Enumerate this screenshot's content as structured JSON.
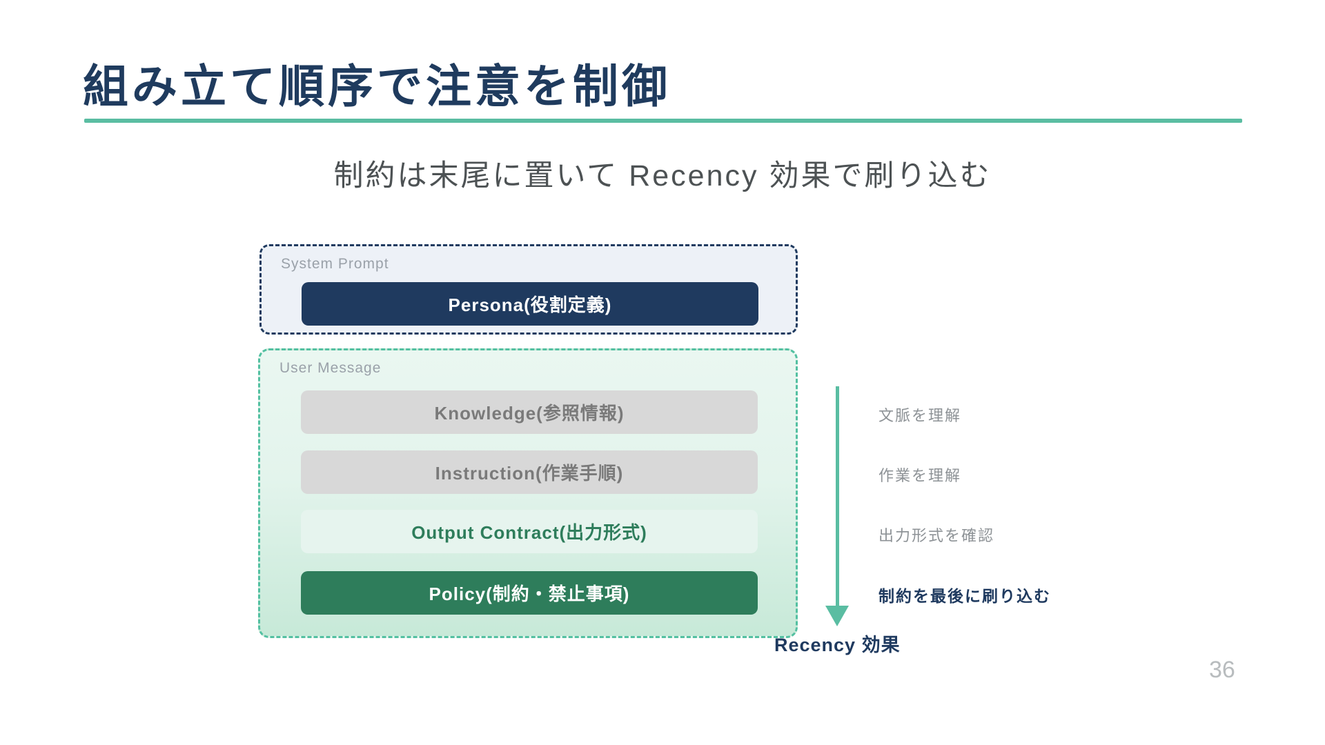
{
  "slide": {
    "title": "組み立て順序で注意を制御",
    "subtitle": "制約は末尾に置いて Recency 効果で刷り込む",
    "page_number": "36"
  },
  "diagram": {
    "system_prompt": {
      "label": "System Prompt",
      "blocks": [
        {
          "label": "Persona(役割定義)",
          "style": "navy"
        }
      ]
    },
    "user_message": {
      "label": "User Message",
      "blocks": [
        {
          "label": "Knowledge(参照情報)",
          "style": "gray"
        },
        {
          "label": "Instruction(作業手順)",
          "style": "gray"
        },
        {
          "label": "Output Contract(出力形式)",
          "style": "light-green"
        },
        {
          "label": "Policy(制約・禁止事項)",
          "style": "dark-green"
        }
      ]
    },
    "arrow": {
      "direction": "down",
      "annotations": [
        {
          "label": "文脈を理解",
          "emphasis": false
        },
        {
          "label": "作業を理解",
          "emphasis": false
        },
        {
          "label": "出力形式を確認",
          "emphasis": false
        },
        {
          "label": "制約を最後に刷り込む",
          "emphasis": true
        }
      ],
      "caption": "Recency 効果"
    }
  },
  "colors": {
    "title_navy": "#1f3b5e",
    "accent_teal": "#5abda2",
    "system_panel_bg": "#edf1f7",
    "system_border_navy": "#1f3a5f",
    "user_panel_bg_top": "#eaf7f1",
    "user_panel_bg_bottom": "#c7e9d8",
    "user_border_teal": "#53c0a1",
    "gray_block_bg": "#d8d8d8",
    "gray_block_text": "#7a7a7a",
    "light_green_block_bg": "#e6f4ee",
    "dark_green": "#2e7d5b",
    "subtitle_gray": "#4d5254",
    "annotation_gray": "#8d9296",
    "page_number_gray": "#b8bcbe"
  }
}
